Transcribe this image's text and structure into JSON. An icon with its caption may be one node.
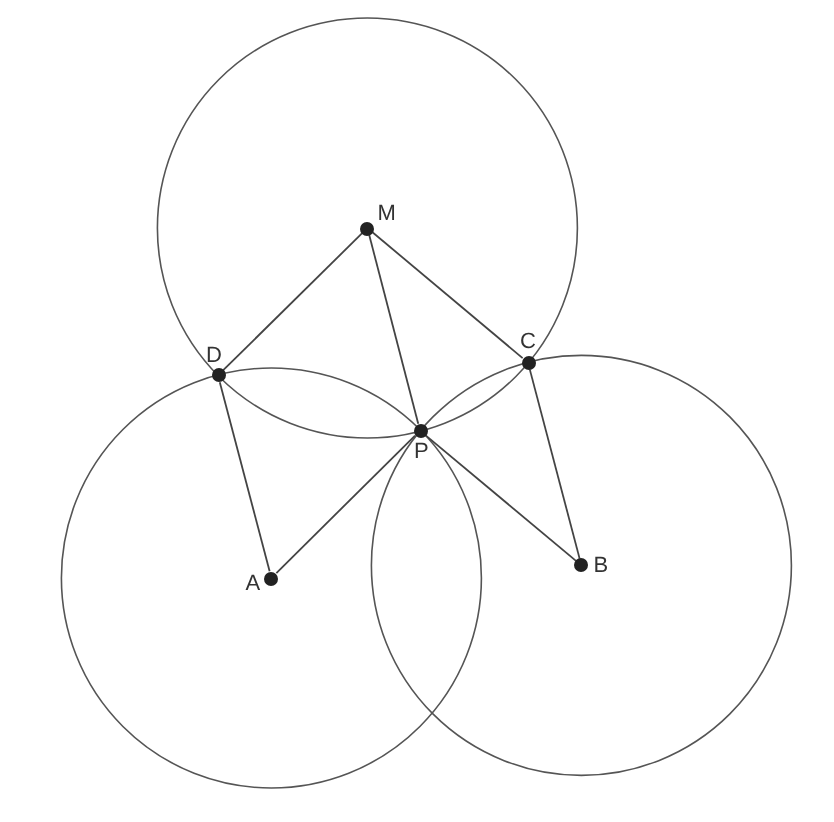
{
  "diagram": {
    "nodes": [
      {
        "text": [
          "M"
        ]
      },
      {
        "text": [
          "D"
        ]
      },
      {
        "text": [
          "C"
        ]
      },
      {
        "text": [
          "P"
        ]
      },
      {
        "text": [
          "A"
        ]
      },
      {
        "text": [
          "B"
        ]
      }
    ],
    "edges": [
      {
        "from": 0,
        "to": 1,
        "arrow": "none"
      },
      {
        "from": 0,
        "to": 3,
        "arrow": "none"
      },
      {
        "from": 0,
        "to": 2,
        "arrow": "none"
      },
      {
        "from": 1,
        "to": 4,
        "arrow": "none"
      },
      {
        "from": 4,
        "to": 3,
        "arrow": "none"
      },
      {
        "from": 3,
        "to": 5,
        "arrow": "none"
      },
      {
        "from": 2,
        "to": 5,
        "arrow": "none"
      }
    ]
  }
}
